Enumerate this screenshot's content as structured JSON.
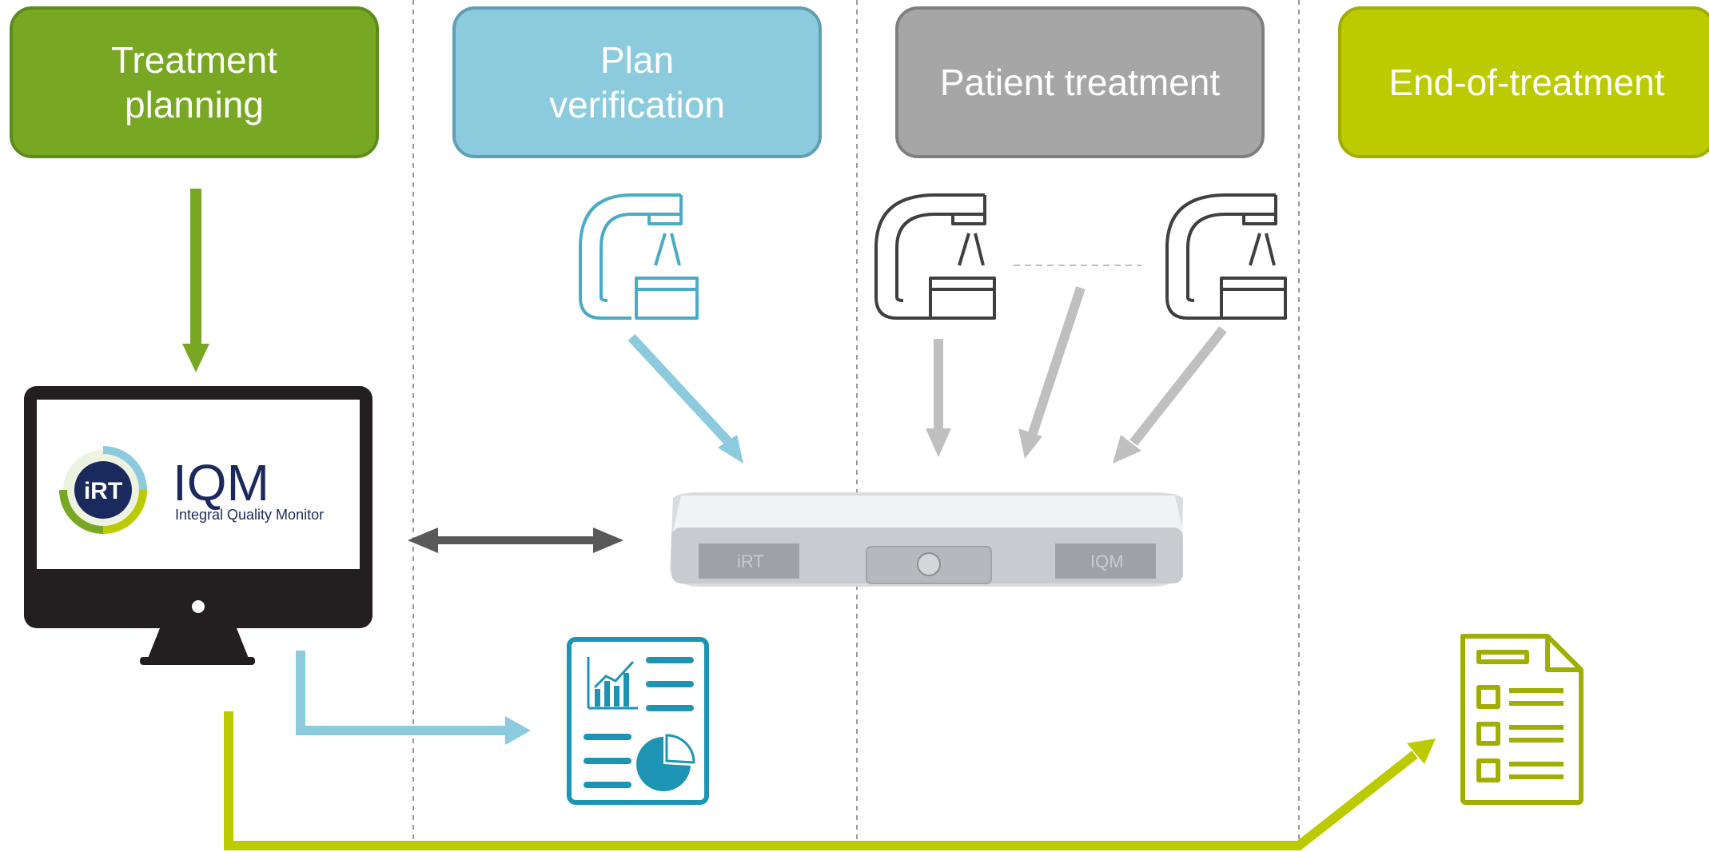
{
  "stages": [
    {
      "label": "Treatment\nplanning",
      "color": "#78a823"
    },
    {
      "label": "Plan\nverification",
      "color": "#8bcbdd"
    },
    {
      "label": "Patient treatment",
      "color": "#a6a6a6"
    },
    {
      "label": "End-of-treatment",
      "color": "#bcca00"
    }
  ],
  "monitor": {
    "logo_badge": "iRT",
    "product_name": "IQM",
    "product_subtitle": "Integral Quality Monitor"
  },
  "device": {
    "left_label": "iRT",
    "right_label": "IQM"
  },
  "colors": {
    "green": "#78a823",
    "light_blue": "#8bcbdd",
    "teal": "#1e94b4",
    "gray_arrow": "#bfbfbf",
    "dark_arrow": "#595959",
    "lime": "#bcca00",
    "olive": "#9fae00"
  },
  "icons": [
    "linac-icon",
    "report-chart-icon",
    "document-checklist-icon",
    "monitor-icon"
  ]
}
